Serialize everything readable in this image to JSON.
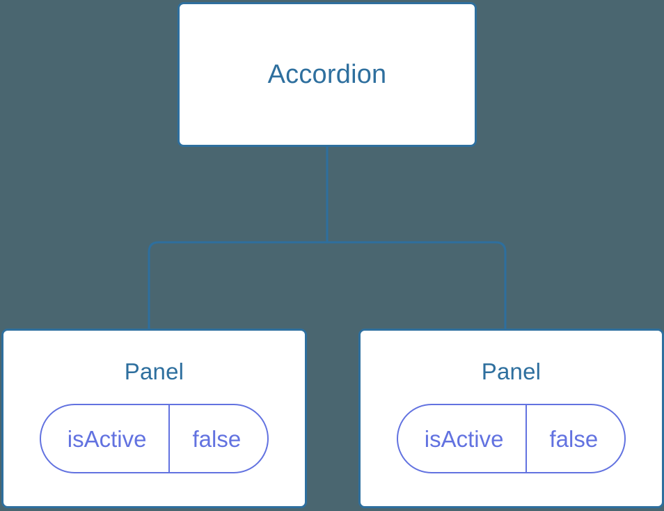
{
  "diagram": {
    "background_color": "#4a6670",
    "node_border_color": "#2e6f9e",
    "node_title_color": "#2e6f9e",
    "node_fill_color": "#ffffff",
    "edge_color": "#2e6f9e",
    "pill_border_color": "#6272e0",
    "pill_text_color": "#6272e0",
    "root": {
      "title": "Accordion"
    },
    "children": [
      {
        "title": "Panel",
        "prop_key": "isActive",
        "prop_value": "false"
      },
      {
        "title": "Panel",
        "prop_key": "isActive",
        "prop_value": "false"
      }
    ]
  }
}
